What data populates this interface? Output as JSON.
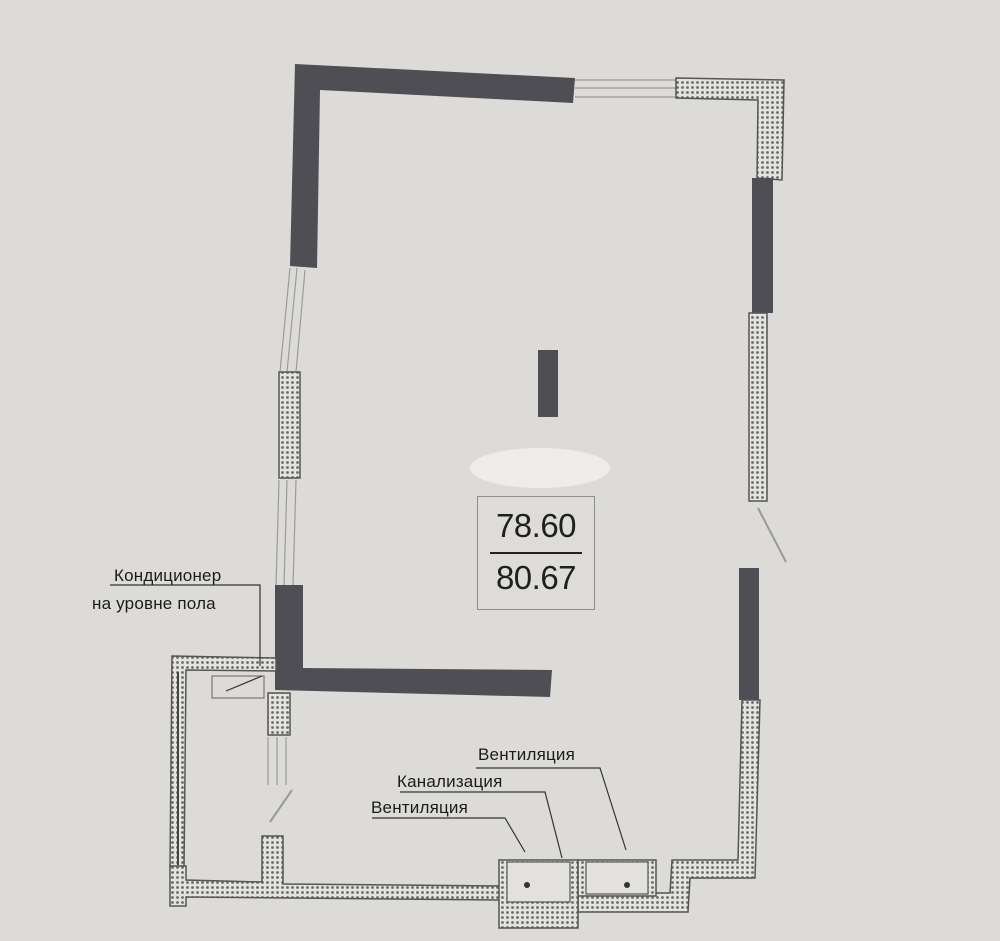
{
  "area": {
    "living": "78.60",
    "total": "80.67"
  },
  "labels": {
    "ac_line1": "Кондиционер",
    "ac_line2": "на уровне пола",
    "ventilation_right": "Вентиляция",
    "sewage": "Канализация",
    "ventilation_left": "Вентиляция"
  },
  "colors": {
    "background": "#dcdbd7",
    "solid_wall": "#4e4e54",
    "hatched_wall": "#6a6a6a"
  }
}
